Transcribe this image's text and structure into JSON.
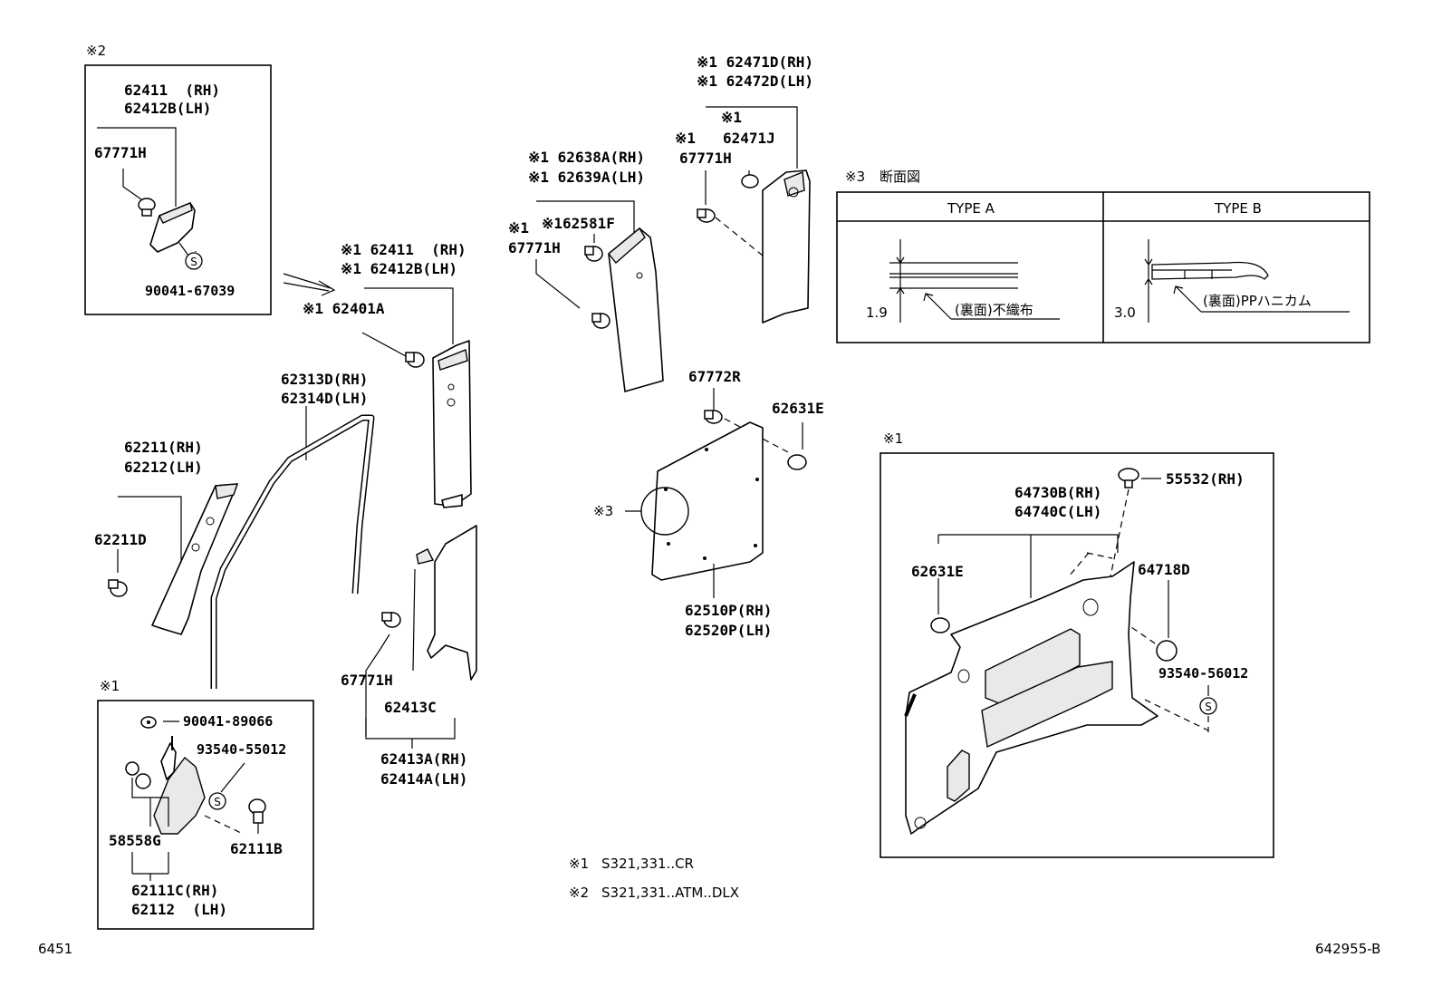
{
  "footer": {
    "left_code": "6451",
    "right_code": "642955-B"
  },
  "notes": {
    "n1_mark": "※1",
    "n1_text": "S321,331..CR",
    "n2_mark": "※2",
    "n2_text": "S321,331..ATM..DLX"
  },
  "section_mark": {
    "box_top_left": "※2",
    "box_bottom_left": "※1",
    "box_right": "※1",
    "section_view": "※3"
  },
  "section_view": {
    "title_mark": "※3",
    "title": "断面図",
    "type_a": "TYPE A",
    "type_b": "TYPE B",
    "dim_a": "1.9",
    "dim_b": "3.0",
    "note_a": "(裏面)不織布",
    "note_b": "(裏面)PPハニカム"
  },
  "callouts": {
    "c_62411_rh": "62411  (RH)",
    "c_62412b_lh": "62412B(LH)",
    "c_67771h_a": "67771H",
    "c_90041_67039": "90041-67039",
    "c_m1_62411": "※1 62411  (RH)",
    "c_m1_62412b": "※1 62412B(LH)",
    "c_m1_62401a": "※1 62401A",
    "c_62313d": "62313D(RH)",
    "c_62314d": "62314D(LH)",
    "c_62211": "62211(RH)",
    "c_62212": "62212(LH)",
    "c_62211d": "62211D",
    "c_67771h_b": "67771H",
    "c_62413c": "62413C",
    "c_62413a": "62413A(RH)",
    "c_62414a": "62414A(LH)",
    "c_m1_62638a": "※1 62638A(RH)",
    "c_m1_62639a": "※1 62639A(LH)",
    "c_m1_a": "※1",
    "c_m1_62581f": "※162581F",
    "c_67771h_c": "67771H",
    "c_m1_62471d": "※1 62471D(RH)",
    "c_m1_62472d": "※1 62472D(LH)",
    "c_m1_b": "※1",
    "c_62471j": "62471J",
    "c_m1_c": "※1",
    "c_67771h_d": "67771H",
    "c_67772r": "67772R",
    "c_62631e_a": "62631E",
    "c_m3": "※3",
    "c_62510p": "62510P(RH)",
    "c_62520p": "62520P(LH)",
    "c_90041_89066": "90041-89066",
    "c_93540_55012": "93540-55012",
    "c_58558g": "58558G",
    "c_62111b": "62111B",
    "c_62111c": "62111C(RH)",
    "c_62112": "62112  (LH)",
    "c_55532": "55532(RH)",
    "c_64730b": "64730B(RH)",
    "c_64740c": "64740C(LH)",
    "c_62631e_b": "62631E",
    "c_64718d": "64718D",
    "c_93540_56012": "93540-56012"
  }
}
